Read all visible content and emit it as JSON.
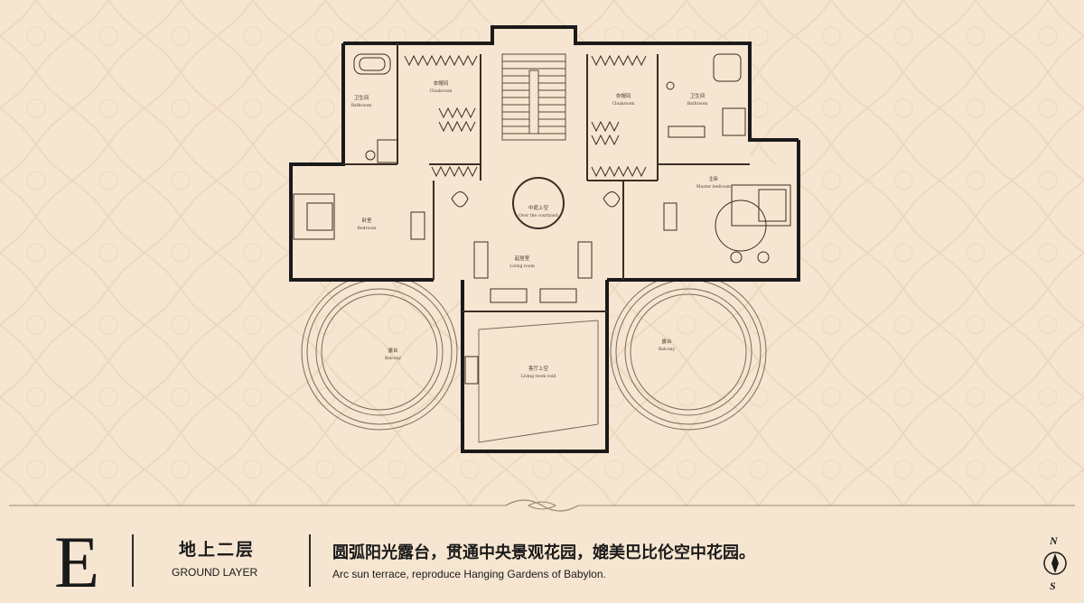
{
  "plan": {
    "rooms": [
      {
        "id": "bath-left",
        "cn": "卫生间",
        "en": "Bathroom"
      },
      {
        "id": "closet-left",
        "cn": "衣帽间",
        "en": "Cloakroom"
      },
      {
        "id": "closet-right",
        "cn": "衣帽间",
        "en": "Cloakroom"
      },
      {
        "id": "bath-right",
        "cn": "卫生间",
        "en": "Bathroom"
      },
      {
        "id": "bedroom-left",
        "cn": "卧室",
        "en": "Bedroom"
      },
      {
        "id": "atrium",
        "cn": "中庭上空",
        "en": "Over the courtyard"
      },
      {
        "id": "master-bedroom",
        "cn": "主卧",
        "en": "Master bedroom"
      },
      {
        "id": "living-room",
        "cn": "起居室",
        "en": "Living room"
      },
      {
        "id": "balcony-left",
        "cn": "露台",
        "en": "Balcony"
      },
      {
        "id": "garden-void",
        "cn": "客厅上空",
        "en": "Living room void"
      },
      {
        "id": "balcony-right",
        "cn": "露台",
        "en": "Balcony"
      }
    ]
  },
  "footer": {
    "letter": "E",
    "title_cn": "地上二层",
    "title_en": "GROUND LAYER",
    "desc_cn": "圆弧阳光露台，贯通中央景观花园，媲美巴比伦空中花园。",
    "desc_en": "Arc sun terrace, reproduce Hanging Gardens of Babylon."
  },
  "compass": {
    "north": "N",
    "south": "S"
  },
  "colors": {
    "background": "#f6e5d0",
    "wall": "#1a1a1a",
    "line": "#6b5a4a",
    "pattern": "#ead6bd"
  }
}
